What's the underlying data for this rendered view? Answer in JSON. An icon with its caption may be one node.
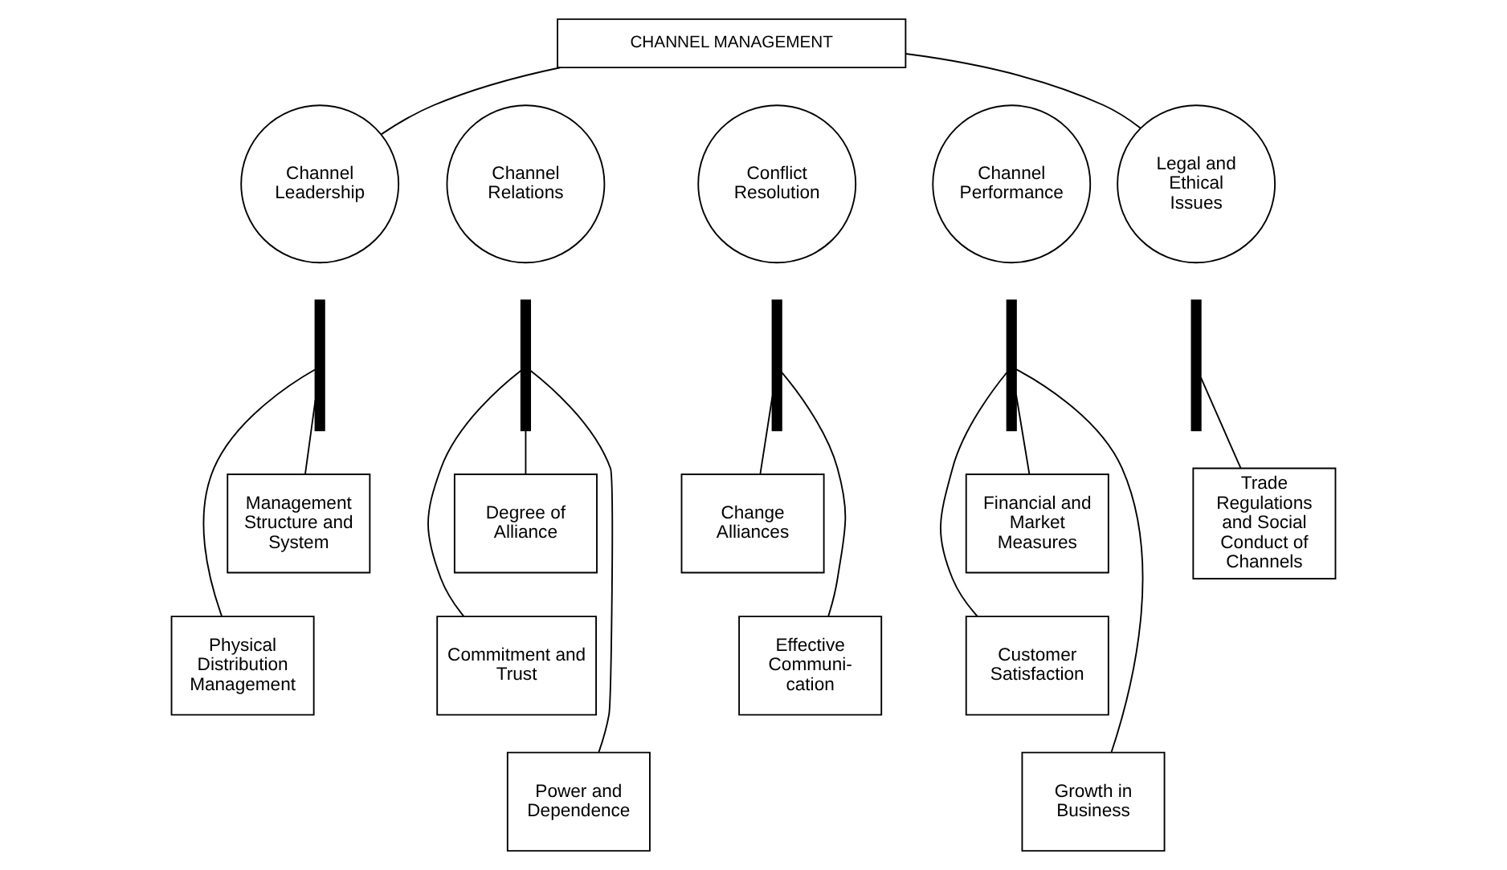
{
  "diagram": {
    "nodes": [
      {
        "text": [
          "CHANNEL MANAGEMENT"
        ]
      },
      {
        "text": [
          "Channel Leadership"
        ]
      },
      {
        "text": [
          "Channel Relations"
        ]
      },
      {
        "text": [
          "Conflict Resolution"
        ]
      },
      {
        "text": [
          "Channel Performance"
        ]
      },
      {
        "text": [
          "Legal and Ethical Issues"
        ]
      },
      {
        "text": [],
        "shape": "bar"
      },
      {
        "text": [],
        "shape": "bar"
      },
      {
        "text": [],
        "shape": "bar"
      },
      {
        "text": [],
        "shape": "bar"
      },
      {
        "text": [],
        "shape": "bar"
      },
      {
        "text": [
          "Management Structure and System"
        ]
      },
      {
        "text": [
          "Physical Distribution Management"
        ]
      },
      {
        "text": [
          "Degree of Alliance"
        ]
      },
      {
        "text": [
          "Commitment and Trust"
        ]
      },
      {
        "text": [
          "Power and Dependence"
        ]
      },
      {
        "text": [
          "Change Alliances"
        ]
      },
      {
        "text": [
          "Effective Communi- cation"
        ]
      },
      {
        "text": [
          "Financial and Market Measures"
        ]
      },
      {
        "text": [
          "Customer Satisfaction"
        ]
      },
      {
        "text": [
          "Growth in Business"
        ]
      },
      {
        "text": [
          "Trade Regulations and Social Conduct of Channels"
        ]
      }
    ],
    "edges": [
      {
        "from": 0,
        "to": 1,
        "arrow": "none"
      },
      {
        "from": 0,
        "to": 5,
        "arrow": "none"
      },
      {
        "from": 6,
        "to": 11,
        "arrow": "none"
      },
      {
        "from": 6,
        "to": 12,
        "arrow": "none"
      },
      {
        "from": 7,
        "to": 13,
        "arrow": "none"
      },
      {
        "from": 7,
        "to": 14,
        "arrow": "none"
      },
      {
        "from": 7,
        "to": 15,
        "arrow": "none"
      },
      {
        "from": 8,
        "to": 16,
        "arrow": "none"
      },
      {
        "from": 8,
        "to": 17,
        "arrow": "none"
      },
      {
        "from": 9,
        "to": 18,
        "arrow": "none"
      },
      {
        "from": 9,
        "to": 19,
        "arrow": "none"
      },
      {
        "from": 9,
        "to": 20,
        "arrow": "none"
      },
      {
        "from": 10,
        "to": 21,
        "arrow": "none"
      }
    ]
  }
}
